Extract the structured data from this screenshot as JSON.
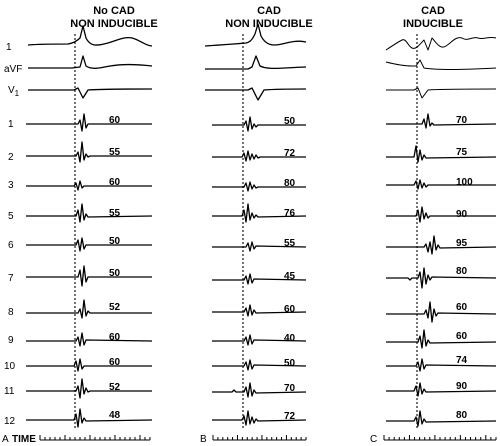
{
  "time_label": "TIME",
  "panels": [
    {
      "letter": "A",
      "heading": [
        "No CAD",
        "NON INDUCIBLE"
      ],
      "surface_leads": [
        {
          "label": "1"
        },
        {
          "label": "aVF"
        },
        {
          "label": "V1"
        }
      ],
      "electrograms": [
        {
          "site": "1",
          "value": "60"
        },
        {
          "site": "2",
          "value": "55"
        },
        {
          "site": "3",
          "value": "60"
        },
        {
          "site": "5",
          "value": "55"
        },
        {
          "site": "6",
          "value": "50"
        },
        {
          "site": "7",
          "value": "50"
        },
        {
          "site": "8",
          "value": "52"
        },
        {
          "site": "9",
          "value": "60"
        },
        {
          "site": "10",
          "value": "60"
        },
        {
          "site": "11",
          "value": "52"
        },
        {
          "site": "12",
          "value": "48"
        }
      ]
    },
    {
      "letter": "B",
      "heading": [
        "CAD",
        "NON INDUCIBLE"
      ],
      "surface_leads": [],
      "electrograms": [
        {
          "value": "50"
        },
        {
          "value": "72"
        },
        {
          "value": "80"
        },
        {
          "value": "76"
        },
        {
          "value": "55"
        },
        {
          "value": "45"
        },
        {
          "value": "60"
        },
        {
          "value": "40"
        },
        {
          "value": "50"
        },
        {
          "value": "70"
        },
        {
          "value": "72"
        }
      ]
    },
    {
      "letter": "C",
      "heading": [
        "CAD",
        "INDUCIBLE"
      ],
      "surface_leads": [],
      "electrograms": [
        {
          "value": "70"
        },
        {
          "value": "75"
        },
        {
          "value": "100"
        },
        {
          "value": "90"
        },
        {
          "value": "95"
        },
        {
          "value": "80"
        },
        {
          "value": "60"
        },
        {
          "value": "60"
        },
        {
          "value": "74"
        },
        {
          "value": "90"
        },
        {
          "value": "80"
        }
      ]
    }
  ]
}
